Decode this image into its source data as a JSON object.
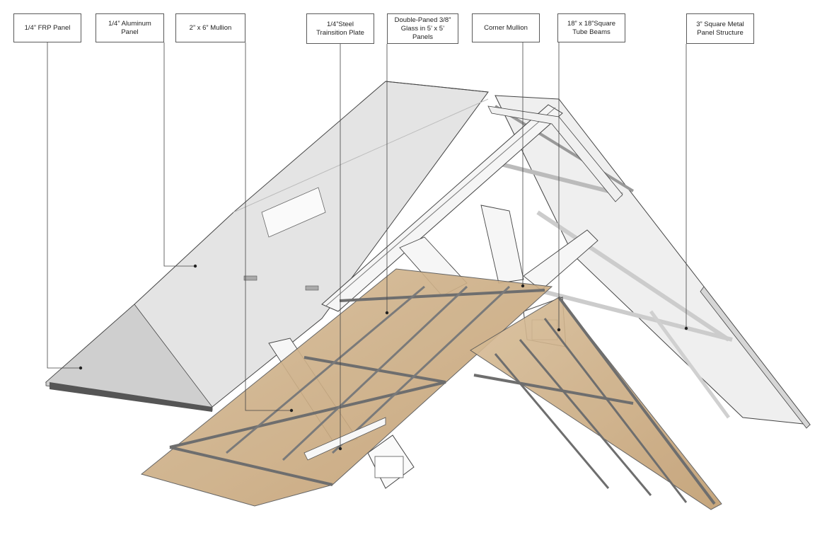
{
  "callouts": [
    {
      "id": "frp",
      "lines": [
        "1/4” FRP Panel"
      ]
    },
    {
      "id": "aluminum",
      "lines": [
        "1/4” Aluminum Panel"
      ]
    },
    {
      "id": "mullion",
      "lines": [
        "2” x 6” Mullion"
      ]
    },
    {
      "id": "transition",
      "lines": [
        "1/4”Steel",
        "Trainsition Plate"
      ]
    },
    {
      "id": "glass",
      "lines": [
        "Double-Paned 3/8”",
        "Glass in 5’ x 5’ Panels"
      ]
    },
    {
      "id": "corner",
      "lines": [
        "Corner Mullion"
      ]
    },
    {
      "id": "beams",
      "lines": [
        "18” x 18”Square",
        "Tube Beams"
      ]
    },
    {
      "id": "metal",
      "lines": [
        "3” Square Metal",
        "Panel Structure"
      ]
    }
  ],
  "colors": {
    "panel": "#e3e3e3",
    "panel_light": "#eeeeee",
    "glass": "#c9a97f",
    "steel": "#f2f2f2",
    "mullion": "#6e6e6e",
    "outline": "#333333"
  }
}
